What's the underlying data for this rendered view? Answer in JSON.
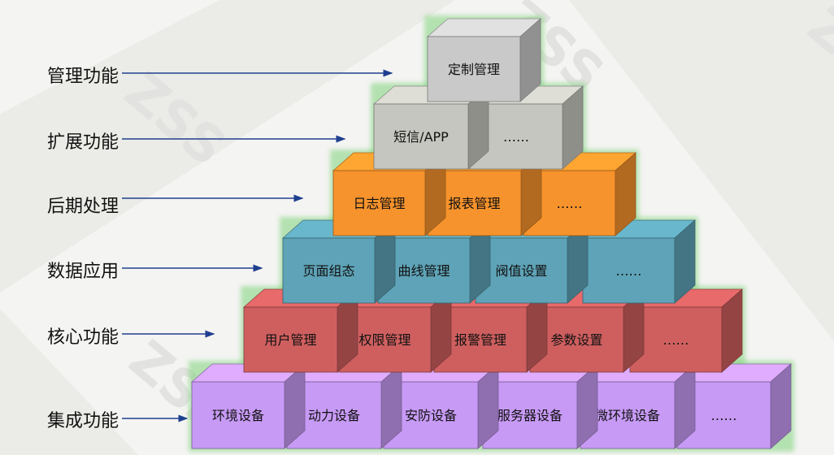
{
  "watermark": "ZSS",
  "layers": [
    {
      "label": "管理功能",
      "color": "#c9c9c9",
      "blocks": [
        "定制管理"
      ]
    },
    {
      "label": "扩展功能",
      "color": "#c6c6c0",
      "blocks": [
        "短信/APP",
        "……"
      ]
    },
    {
      "label": "后期处理",
      "color": "#f7932c",
      "blocks": [
        "日志管理",
        "报表管理",
        "……"
      ]
    },
    {
      "label": "数据应用",
      "color": "#5ea3b7",
      "blocks": [
        "页面组态",
        "曲线管理",
        "阀值设置",
        "……"
      ]
    },
    {
      "label": "核心功能",
      "color": "#cf5f5f",
      "blocks": [
        "用户管理",
        "权限管理",
        "报警管理",
        "参数设置",
        "……"
      ]
    },
    {
      "label": "集成功能",
      "color": "#c79af5",
      "blocks": [
        "环境设备",
        "动力设备",
        "安防设备",
        "服务器设备",
        "微环境设备",
        "……"
      ]
    }
  ]
}
